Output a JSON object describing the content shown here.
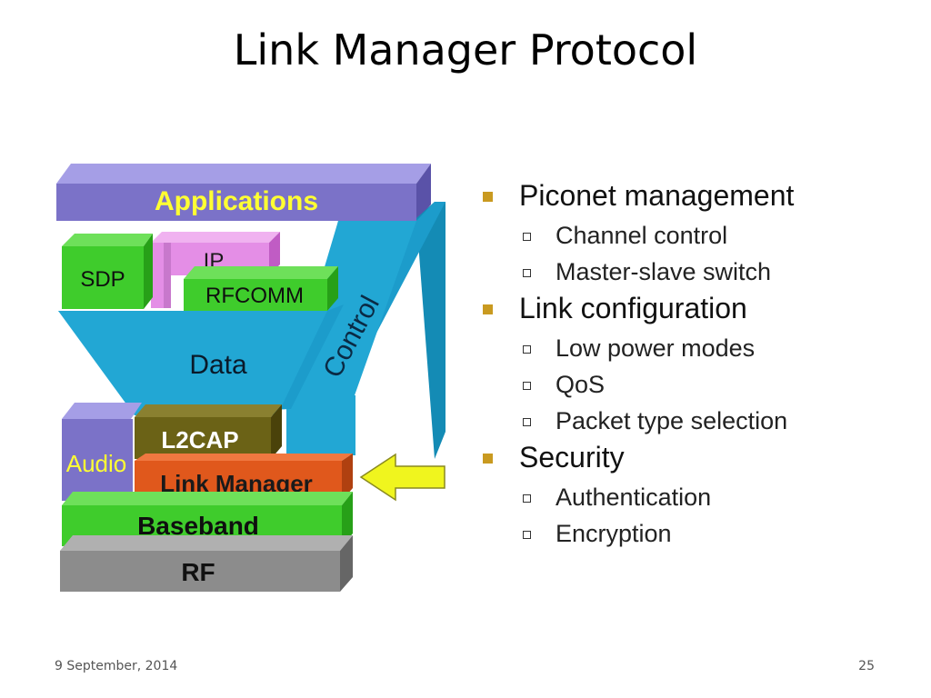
{
  "slide": {
    "title": "Link Manager Protocol",
    "date": "9 September, 2014",
    "page_number": "25"
  },
  "stack": {
    "applications": "Applications",
    "ip": "IP",
    "sdp": "SDP",
    "rfcomm": "RFCOMM",
    "data": "Data",
    "control": "Control",
    "audio": "Audio",
    "l2cap": "L2CAP",
    "link_manager": "Link Manager",
    "baseband": "Baseband",
    "rf": "RF",
    "colors": {
      "applications": "#7b72c8",
      "ip": "#e48ee6",
      "green": "#3fcc2c",
      "data": "#22a7d4",
      "audio": "#7b72c8",
      "l2cap": "#6b6216",
      "link_manager": "#e0581c",
      "rf": "#8c8c8c",
      "arrow": "#f0f51e",
      "applications_text": "#ffff33"
    }
  },
  "bullets": [
    {
      "label": "Piconet management",
      "children": [
        "Channel control",
        "Master-slave switch"
      ]
    },
    {
      "label": "Link configuration",
      "children": [
        "Low power modes",
        "QoS",
        "Packet type selection"
      ]
    },
    {
      "label": "Security",
      "children": [
        "Authentication",
        "Encryption"
      ]
    }
  ]
}
